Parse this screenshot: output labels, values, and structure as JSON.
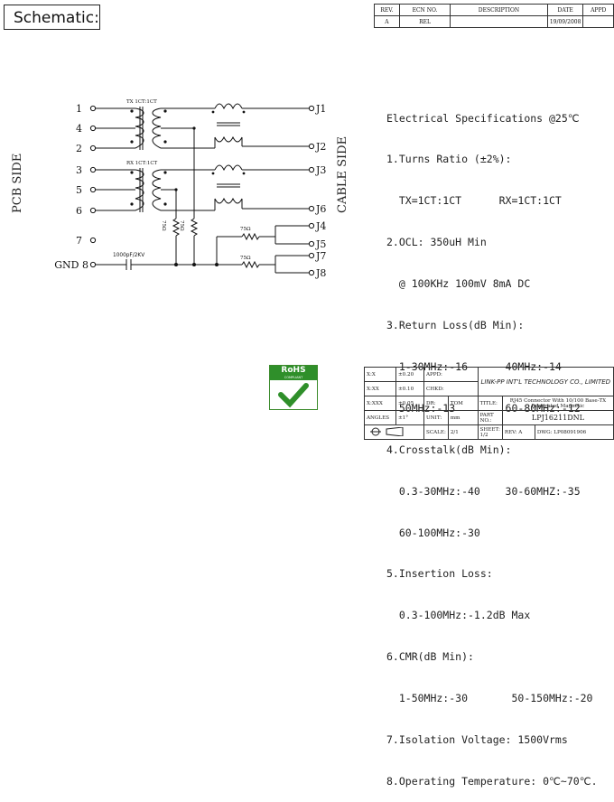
{
  "header": {
    "title": "Schematic:"
  },
  "revision_table": {
    "headers": [
      "REV.",
      "ECN NO.",
      "DESCRIPTION",
      "DATE",
      "APPD"
    ],
    "row": [
      "A",
      "REL",
      "",
      "19/09/2008",
      ""
    ]
  },
  "schematic": {
    "left_side_label": "PCB SIDE",
    "right_side_label": "CABLE SIDE",
    "tx_label": "TX 1CT:1CT",
    "rx_label": "RX 1CT:1CT",
    "pins_left": [
      "1",
      "4",
      "2",
      "3",
      "5",
      "6",
      "7",
      "GND 8"
    ],
    "pins_right": [
      "J1",
      "J2",
      "J3",
      "J6",
      "J4",
      "J5",
      "J7",
      "J8"
    ],
    "resistors": [
      "75Ω",
      "75Ω",
      "75Ω",
      "75Ω"
    ],
    "capacitor": "1000pF/2KV"
  },
  "specs": {
    "heading": "Electrical Specifications @25℃",
    "lines": [
      "1.Turns Ratio (±2%):",
      "  TX=1CT:1CT      RX=1CT:1CT",
      "2.OCL: 350uH Min",
      "  @ 100KHz 100mV 8mA DC",
      "3.Return Loss(dB Min):",
      "  1-30MHz:-16      40MHz:-14",
      "  50MHz:-13        60-80MHz:-12",
      "4.Crosstalk(dB Min):",
      "  0.3-30MHz:-40    30-60MHZ:-35",
      "  60-100MHz:-30",
      "5.Insertion Loss:",
      "  0.3-100MHz:-1.2dB Max",
      "6.CMR(dB Min):",
      "  1-50MHz:-30       50-150MHz:-20",
      "7.Isolation Voltage: 1500Vrms",
      "8.Operating Temperature: 0℃~70℃."
    ]
  },
  "rohs": {
    "label": "RoHS",
    "sub": "COMPLIANT"
  },
  "title_block": {
    "tol_x": "X:X",
    "tol_x_val": "±0.20",
    "tol_xx": "X:XX",
    "tol_xx_val": "±0.10",
    "tol_xxx": "X:XXX",
    "tol_xxx_val": "±0.05",
    "angles": "ANGLES",
    "angles_val": "±1°",
    "appd": "APPD:",
    "chkd": "CHKD:",
    "dr": "DR:",
    "dr_val": "TOM",
    "unit": "UNIT:",
    "unit_val": "mm",
    "company": "LINK-PP INT'L TECHNOLOGY CO., LIMITED",
    "title_label": "TITLE:",
    "title_val": "RJ45 Connector With 10/100 Base-TX Integrated Magnetic",
    "part_label": "PART NO.:",
    "part_val": "LPJ16211DNL",
    "scale_label": "SCALE:",
    "scale_val": "2/1",
    "sheet_label": "SHEET:",
    "sheet_val": "1/2",
    "rev_label": "REV:",
    "rev_val": "A",
    "dwg_label": "DWG:",
    "dwg_val": "LP08091906"
  }
}
